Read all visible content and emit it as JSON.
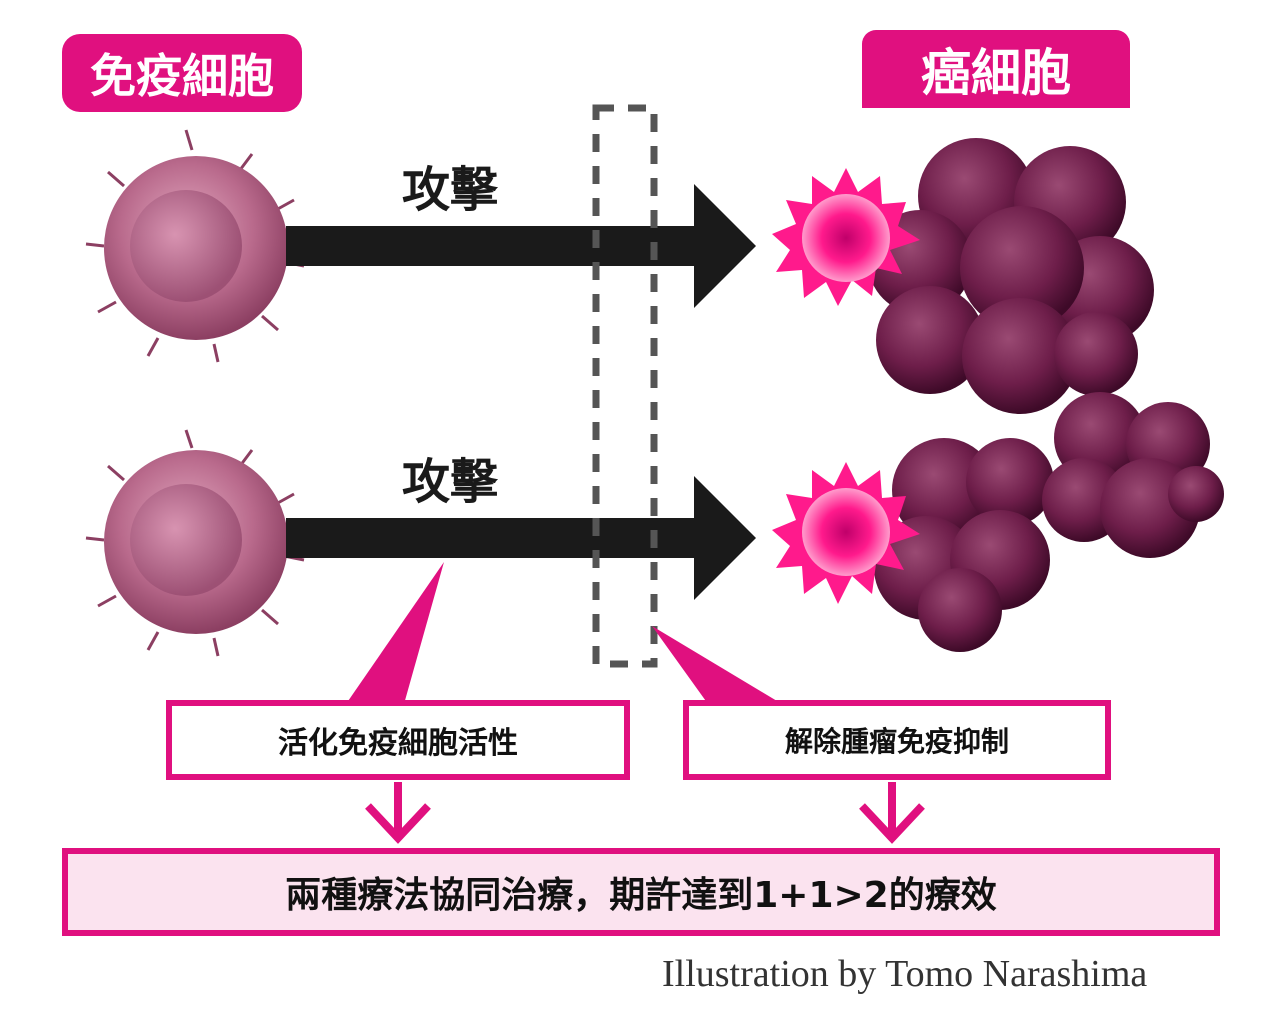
{
  "labels": {
    "immune_cell": "免疫細胞",
    "cancer_cell": "癌細胞"
  },
  "arrows": [
    {
      "label": "攻擊"
    },
    {
      "label": "攻擊"
    }
  ],
  "boxes": {
    "left": "活化免疫細胞活性",
    "right": "解除腫瘤免疫抑制",
    "bottom": "兩種療法協同治療，期許達到1+1>2的療效"
  },
  "credit": "Illustration by Tomo Narashima",
  "colors": {
    "accent": "#e0107f",
    "arrow": "#1a1a1a",
    "immune_cell": "#b96a8c",
    "cancer_cell": "#6e1e4a",
    "burst": "#ff1a8c"
  }
}
